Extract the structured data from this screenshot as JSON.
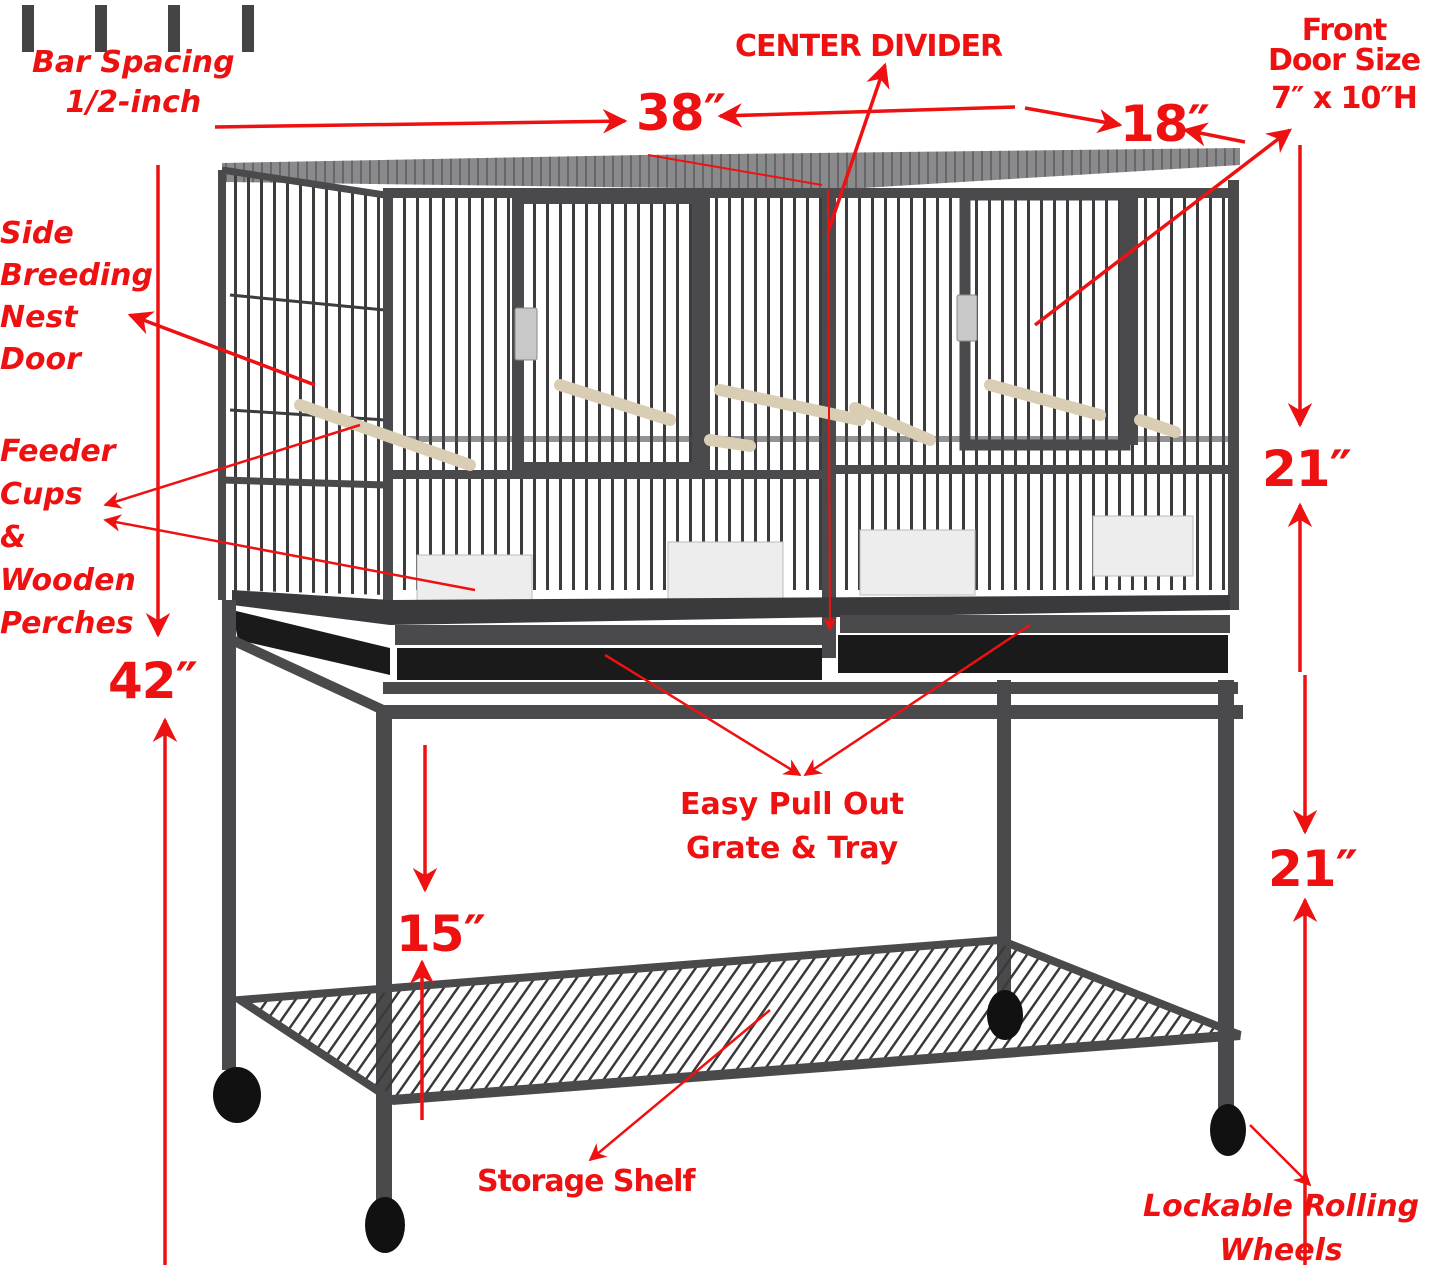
{
  "diagram": {
    "subject": "Stackable divided breeding bird cage on rolling stand",
    "annotation_color": "#ee1111",
    "frame_color": "#4a4a4c",
    "tray_color": "#1a1a1a",
    "perch_color": "#d9cdb3",
    "feeder_color": "#eeeeee"
  },
  "labels": {
    "bar_spacing": {
      "line1": "Bar Spacing",
      "line2": "1/2-inch"
    },
    "center_divider": "CENTER DIVIDER",
    "front_door": {
      "line1": "Front",
      "line2": "Door Size",
      "line3": "7″ x 10″H"
    },
    "side_nest_door": {
      "line1": "Side",
      "line2": "Breeding",
      "line3": "Nest",
      "line4": "Door"
    },
    "feeder_perches": {
      "line1": "Feeder",
      "line2": "Cups",
      "line3": "&",
      "line4": "Wooden",
      "line5": "Perches"
    },
    "pull_out": {
      "line1": "Easy Pull Out",
      "line2": "Grate & Tray"
    },
    "storage_shelf": "Storage Shelf",
    "wheels": {
      "line1": "Lockable Rolling",
      "line2": "Wheels"
    }
  },
  "dimensions": {
    "width": "38″",
    "depth": "18″",
    "total_height": "42″",
    "cage_height": "21″",
    "stand_height": "21″",
    "shelf_clearance": "15″"
  }
}
